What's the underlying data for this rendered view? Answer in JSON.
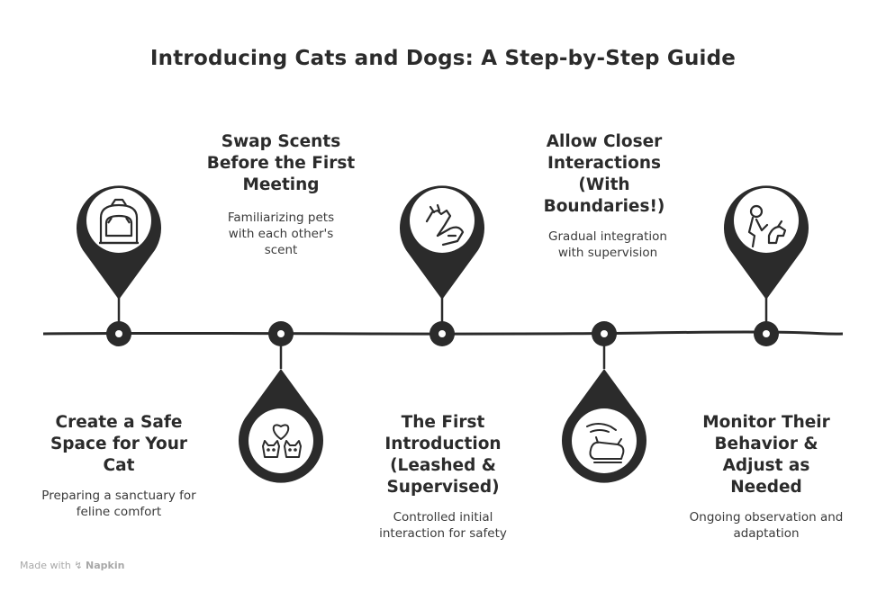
{
  "title": "Introducing Cats and Dogs: A Step-by-Step Guide",
  "steps": [
    {
      "title": "Create a Safe Space for Your Cat",
      "description": "Preparing a sanctuary for feline comfort",
      "icon": "cat-carrier-icon"
    },
    {
      "title": "Swap Scents Before the First Meeting",
      "description": "Familiarizing pets with each other's scent",
      "icon": "heart-cat-dog-icon"
    },
    {
      "title": "The First Introduction (Leashed & Supervised)",
      "description": "Controlled initial interaction for safety",
      "icon": "hand-dog-icon"
    },
    {
      "title": "Allow Closer Interactions (With Boundaries!)",
      "description": "Gradual integration with supervision",
      "icon": "hand-over-dog-icon"
    },
    {
      "title": "Monitor Their Behavior & Adjust as Needed",
      "description": "Ongoing observation and adaptation",
      "icon": "person-with-dog-icon"
    }
  ],
  "colors": {
    "ink": "#2b2b2b",
    "pin": "#2b2b2b",
    "background": "#ffffff"
  },
  "footer": {
    "made_with": "Made with",
    "brand": "Napkin"
  }
}
